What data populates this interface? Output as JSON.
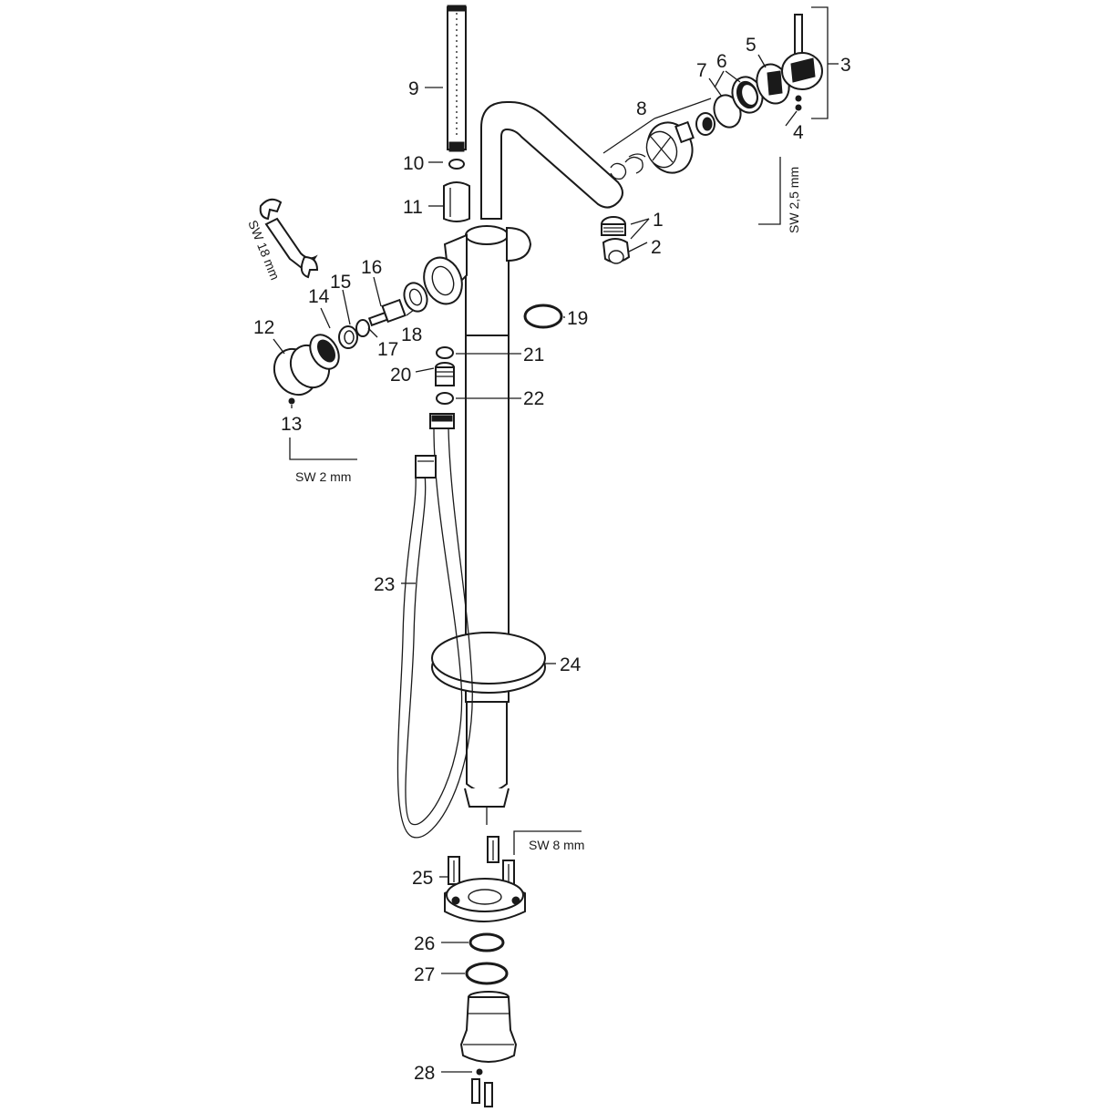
{
  "diagram": {
    "part_numbers": [
      "1",
      "2",
      "3",
      "4",
      "5",
      "6",
      "7",
      "8",
      "9",
      "10",
      "11",
      "12",
      "13",
      "14",
      "15",
      "16",
      "17",
      "18",
      "19",
      "20",
      "21",
      "22",
      "23",
      "24",
      "25",
      "26",
      "27",
      "28"
    ],
    "tool_labels": {
      "wrench_18": "SW 18 mm",
      "hex_2_5": "SW 2,5 mm",
      "hex_2": "SW 2 mm",
      "hex_8": "SW 8 mm"
    }
  }
}
